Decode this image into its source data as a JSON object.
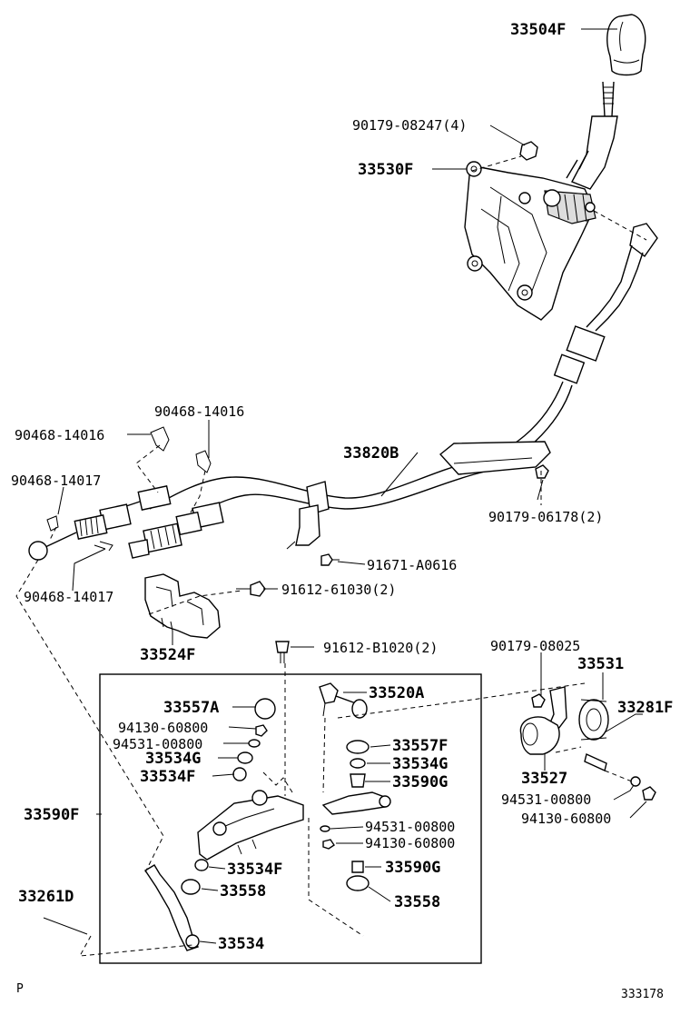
{
  "labels": {
    "p33504F": "33504F",
    "p90179_08247": "90179-08247(4)",
    "p33530F": "33530F",
    "p90468_14016_a": "90468-14016",
    "p90468_14016_b": "90468-14016",
    "p33820B": "33820B",
    "p90468_14017_a": "90468-14017",
    "p90179_06178": "90179-06178(2)",
    "p91671_A0616": "91671-A0616",
    "p90468_14017_b": "90468-14017",
    "p91612_61030": "91612-61030(2)",
    "p33524F": "33524F",
    "p91612_B1020": "91612-B1020(2)",
    "p90179_08025": "90179-08025",
    "p33531": "33531",
    "p33520A": "33520A",
    "p33557A": "33557A",
    "p33281F": "33281F",
    "p94130_60800_a": "94130-60800",
    "p94531_00800_a": "94531-00800",
    "p33557F": "33557F",
    "p33534G_a": "33534G",
    "p33534G_b": "33534G",
    "p33534F_a": "33534F",
    "p33590G_a": "33590G",
    "p33527": "33527",
    "p94531_00800_c": "94531-00800",
    "p33590F": "33590F",
    "p94531_00800_b": "94531-00800",
    "p94130_60800_b": "94130-60800",
    "p94130_60800_c": "94130-60800",
    "p33534F_b": "33534F",
    "p33590G_b": "33590G",
    "p33261D": "33261D",
    "p33558_a": "33558",
    "p33558_b": "33558",
    "p33534": "33534"
  },
  "footer": {
    "corner_mark": "P",
    "figure_number": "333178"
  }
}
